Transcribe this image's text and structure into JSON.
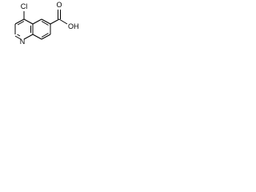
{
  "molecule": {
    "atoms": {
      "cl": "Cl",
      "o": "O",
      "oh": "OH",
      "n": "N"
    }
  }
}
